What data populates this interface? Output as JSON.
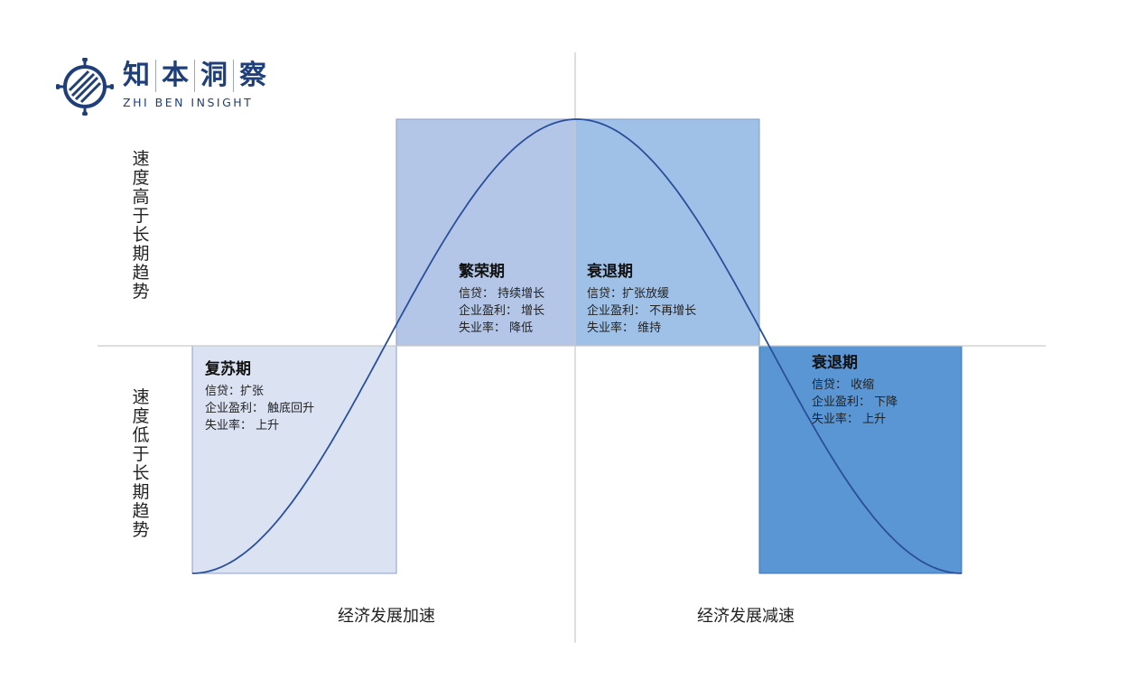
{
  "logo": {
    "chars": [
      "知",
      "本",
      "洞",
      "察"
    ],
    "english": "ZHI BEN INSIGHT",
    "color": "#1e3f7a"
  },
  "y_labels": {
    "above": "速度高于长期趋势",
    "below": "速度低于长期趋势"
  },
  "x_labels": {
    "left": "经济发展加速",
    "right": "经济发展减速"
  },
  "phases": [
    {
      "title": "复苏期",
      "lines": [
        "信贷：扩张",
        "企业盈利：  触底回升",
        "失业率：  上升"
      ],
      "color": "#dbe3f3"
    },
    {
      "title": "繁荣期",
      "lines": [
        "信贷：  持续增长",
        "企业盈利：  增长",
        "失业率：  降低"
      ],
      "color": "#b3c6e7"
    },
    {
      "title": "衰退期",
      "lines": [
        "信贷：扩张放缓",
        "企业盈利：  不再增长",
        "失业率：  维持"
      ],
      "color": "#a0c1e7"
    },
    {
      "title": "衰退期",
      "lines": [
        "信贷：  收缩",
        "企业盈利：  下降",
        "失业率：  上升"
      ],
      "color": "#5a96d4"
    }
  ],
  "curve_color": "#2a4f9a",
  "axis_color": "#c9c9c9"
}
